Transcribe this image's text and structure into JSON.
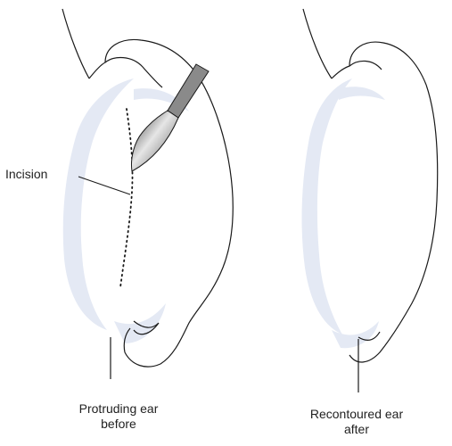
{
  "figure": {
    "incision_label": "Incision",
    "left_caption": {
      "line1": "Protruding ear",
      "line2": "before"
    },
    "right_caption": {
      "line1": "Recontoured ear",
      "line2": "after"
    },
    "colors": {
      "outline": "#1a1a1a",
      "cartilage_shadow": "#e6ebf5",
      "blade_dark": "#444444",
      "blade_light": "#d8d8d8"
    }
  }
}
